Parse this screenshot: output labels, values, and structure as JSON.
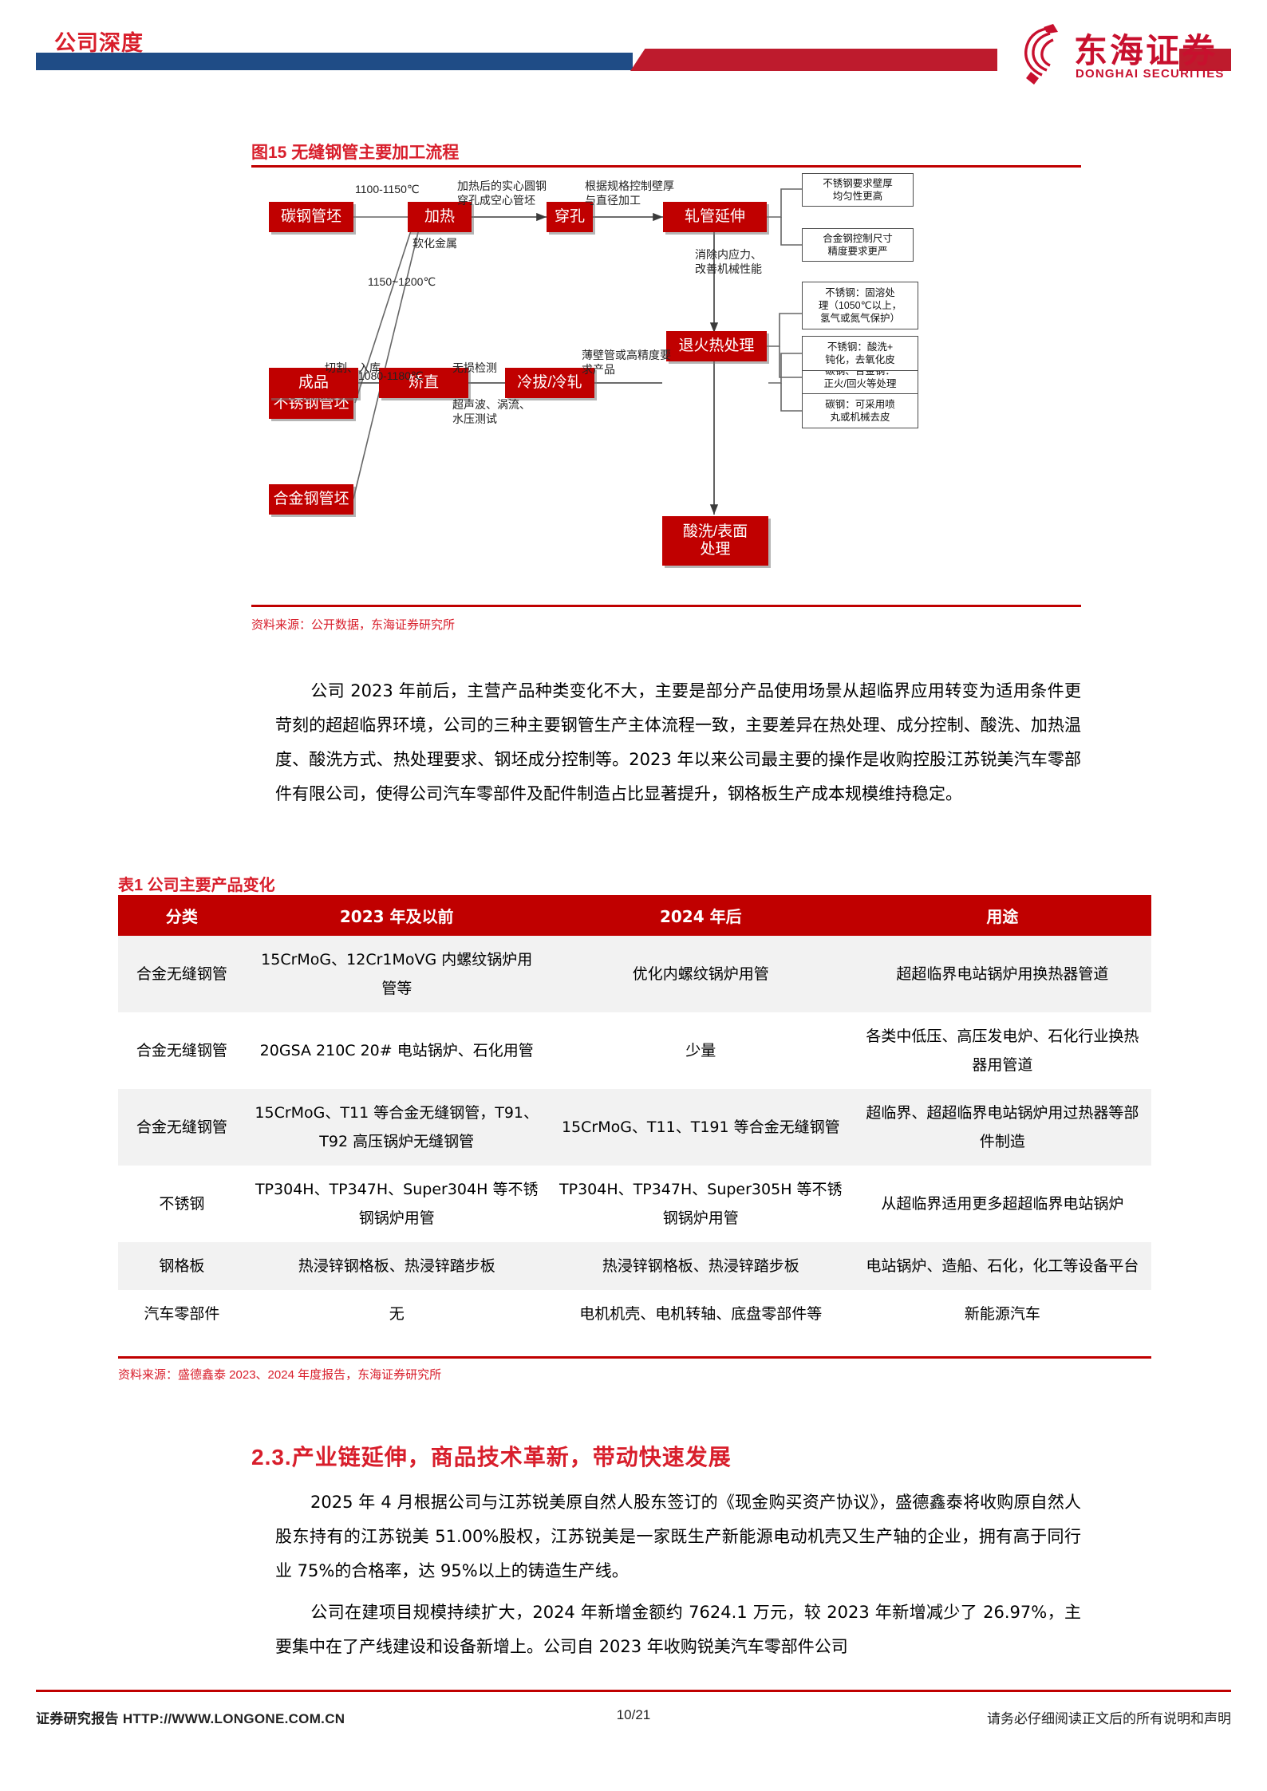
{
  "header": {
    "label": "公司深度",
    "logo_cn": "东海证券",
    "logo_en": "DONGHAI SECURITIES",
    "logo_icon": "donghai-horse-logo"
  },
  "figure": {
    "title": "图15  无缝钢管主要加工流程",
    "source": "资料来源：公开数据，东海证券研究所",
    "nodes": {
      "carbon_billet": "碳钢管坯",
      "stainless_billet": "不锈钢管坯",
      "alloy_billet": "合金钢管坯",
      "heating": "加热",
      "piercing": "穿孔",
      "rolling": "轧管延伸",
      "annealing": "退火热处理",
      "pickling": "酸洗/表面\n处理",
      "pickling_line1": "酸洗/表面",
      "pickling_line2": "处理",
      "colddraw": "冷拔/冷轧",
      "straighten": "矫直",
      "finished": "成品"
    },
    "edge_labels": {
      "t_carbon": "1100-1150℃",
      "t_stainless": "1150~1200℃",
      "t_alloy": "1080-1180℃",
      "soften": "软化金属",
      "pierce_desc_l1": "加热后的实心圆钢",
      "pierce_desc_l2": "穿孔成空心管坯",
      "roll_desc_l1": "根据规格控制壁厚",
      "roll_desc_l2": "与直径加工",
      "anneal_desc_l1": "消除内应力、",
      "anneal_desc_l2": "改善机械性能",
      "cold_desc_l1": "薄壁管或高精度要",
      "cold_desc_l2": "求产品",
      "ndt": "无损检测",
      "ndt_sub_l1": "超声波、涡流、",
      "ndt_sub_l2": "水压测试",
      "cut_store": "切割、入库"
    },
    "annotations": {
      "a1_l1": "不锈钢要求壁厚",
      "a1_l2": "均匀性更高",
      "a2_l1": "合金钢控制尺寸",
      "a2_l2": "精度要求更严",
      "a3_l1": "不锈钢：固溶处",
      "a3_l2": "理（1050℃以上，",
      "a3_l3": "氢气或氮气保护）",
      "a4_l1": "碳钢、合金钢：",
      "a4_l2": "正火/回火等处理",
      "a5_l1": "不锈钢：酸洗+",
      "a5_l2": "钝化，去氧化皮",
      "a6_l1": "碳钢：可采用喷",
      "a6_l2": "丸或机械去皮"
    }
  },
  "body": {
    "para1": "公司 2023 年前后，主营产品种类变化不大，主要是部分产品使用场景从超临界应用转变为适用条件更苛刻的超超临界环境，公司的三种主要钢管生产主体流程一致，主要差异在热处理、成分控制、酸洗、加热温度、酸洗方式、热处理要求、钢坯成分控制等。2023 年以来公司最主要的操作是收购控股江苏锐美汽车零部件有限公司，使得公司汽车零部件及配件制造占比显著提升，钢格板生产成本规模维持稳定。"
  },
  "table": {
    "title": "表1  公司主要产品变化",
    "source": "资料来源：盛德鑫泰 2023、2024 年度报告，东海证券研究所",
    "headers": [
      "分类",
      "2023 年及以前",
      "2024 年后",
      "用途"
    ],
    "rows": [
      {
        "category": "合金无缝钢管",
        "before": "15CrMoG、12Cr1MoVG 内螺纹锅炉用管等",
        "after": "优化内螺纹锅炉用管",
        "use": "超超临界电站锅炉用换热器管道"
      },
      {
        "category": "合金无缝钢管",
        "before": "20GSA 210C 20# 电站锅炉、石化用管",
        "after": "少量",
        "use": "各类中低压、高压发电炉、石化行业换热器用管道"
      },
      {
        "category": "合金无缝钢管",
        "before": "15CrMoG、T11 等合金无缝钢管，T91、T92 高压锅炉无缝钢管",
        "after": "15CrMoG、T11、T191 等合金无缝钢管",
        "use": "超临界、超超临界电站锅炉用过热器等部件制造"
      },
      {
        "category": "不锈钢",
        "before": "TP304H、TP347H、Super304H 等不锈钢锅炉用管",
        "after": "TP304H、TP347H、Super305H 等不锈钢锅炉用管",
        "use": "从超临界适用更多超超临界电站锅炉"
      },
      {
        "category": "钢格板",
        "before": "热浸锌钢格板、热浸锌踏步板",
        "after": "热浸锌钢格板、热浸锌踏步板",
        "use": "电站锅炉、造船、石化，化工等设备平台"
      },
      {
        "category": "汽车零部件",
        "before": "无",
        "after": "电机机壳、电机转轴、底盘零部件等",
        "use": "新能源汽车"
      }
    ]
  },
  "section": {
    "heading": "2.3.产业链延伸，商品技术革新，带动快速发展",
    "para2": "2025 年 4 月根据公司与江苏锐美原自然人股东签订的《现金购买资产协议》，盛德鑫泰将收购原自然人股东持有的江苏锐美 51.00%股权，江苏锐美是一家既生产新能源电动机壳又生产轴的企业，拥有高于同行业 75%的合格率，达 95%以上的铸造生产线。",
    "para3": "公司在建项目规模持续扩大，2024 年新增金额约 7624.1 万元，较 2023 年新增减少了 26.97%，主要集中在了产线建设和设备新增上。公司自 2023 年收购锐美汽车零部件公司"
  },
  "footer": {
    "left": "证券研究报告   HTTP://WWW.LONGONE.COM.CN",
    "page": "10/21",
    "right": "请务必仔细阅读正文后的所有说明和声明"
  },
  "colors": {
    "brand_red": "#C00000",
    "title_red": "#D81E2B",
    "header_blue": "#1F4C86",
    "row_alt": "#F2F2F2"
  }
}
